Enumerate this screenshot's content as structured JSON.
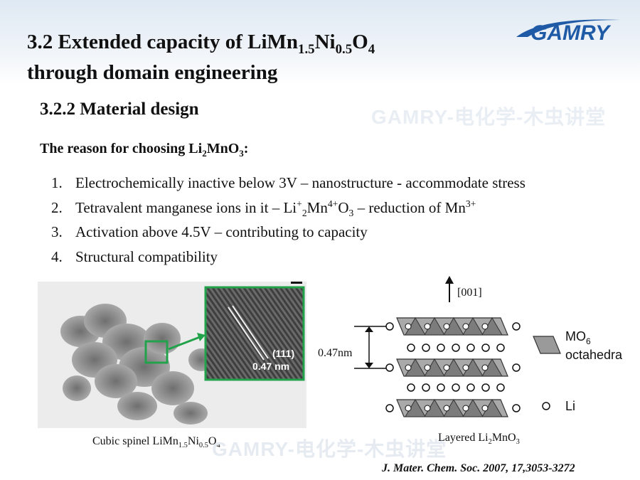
{
  "slide": {
    "title_line1_prefix": "3.2 Extended capacity of LiMn",
    "title_sub1": "1.5",
    "title_mid": "Ni",
    "title_sub2": "0.5",
    "title_o": "O",
    "title_sub3": "4",
    "title_line2": "through domain engineering",
    "logo_text": "GAMRY",
    "subtitle": "3.2.2 Material design",
    "watermark": "GAMRY-电化学-木虫讲堂",
    "reason_prefix": "The reason for choosing Li",
    "reason_sub1": "2",
    "reason_mid": "MnO",
    "reason_sub2": "3",
    "reason_suffix": ":"
  },
  "reasons": [
    {
      "num": "1.",
      "text": "Electrochemically inactive below 3V – nanostructure - accommodate stress"
    },
    {
      "num": "2.",
      "a": "Tetravalent manganese ions in it – Li",
      "sup1": "+",
      "sub1": "2",
      "b": "Mn",
      "sup2": "4+",
      "c": "O",
      "sub2": "3",
      "d": " – reduction of Mn",
      "sup3": "3+"
    },
    {
      "num": "3.",
      "text": "Activation above 4.5V – contributing to capacity"
    },
    {
      "num": "4.",
      "text": "Structural compatibility"
    }
  ],
  "figure": {
    "tem_label_plane": "(111)",
    "tem_label_spacing": "0.47 nm",
    "caption_left_prefix": "Cubic spinel  LiMn",
    "caption_left_sub1": "1.5",
    "caption_left_mid": "Ni",
    "caption_left_sub2": "0.5",
    "caption_left_o": "O",
    "caption_left_sub3": "4",
    "direction_label": "[001]",
    "spacing_label": "0.47nm",
    "legend_mo6_line1": "MO",
    "legend_mo6_sub": "6",
    "legend_mo6_line2": "octahedra",
    "legend_li": "Li",
    "caption_right_prefix": "Layered  Li",
    "caption_right_sub1": "2",
    "caption_right_mid": "MnO",
    "caption_right_sub2": "3"
  },
  "citation": "J. Mater. Chem. Soc. 2007, 17,3053-3272",
  "colors": {
    "logo_blue": "#1f5aa6",
    "highlight_green": "#22a24a"
  }
}
